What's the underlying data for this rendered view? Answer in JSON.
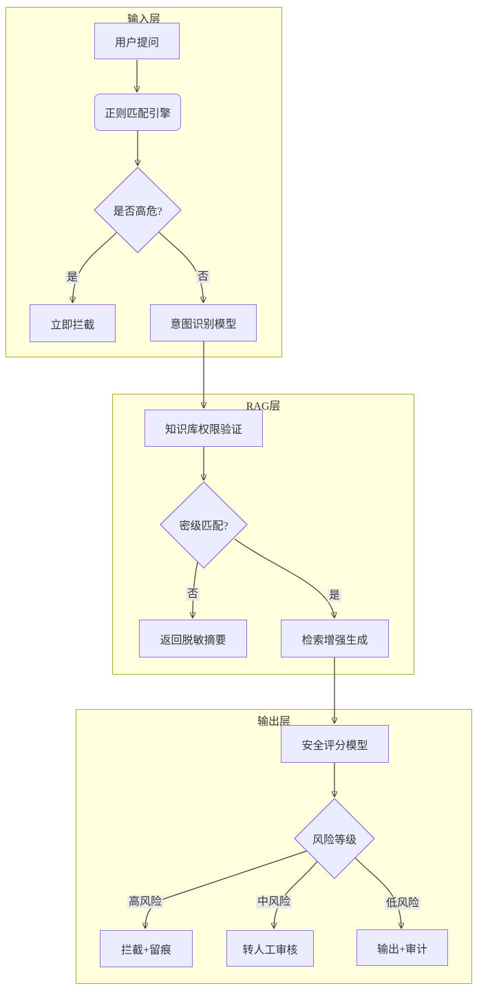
{
  "diagram": {
    "type": "flowchart",
    "containers": {
      "input": {
        "title": "输入层"
      },
      "rag": {
        "title": "RAG层"
      },
      "output": {
        "title": "输出层"
      }
    },
    "nodes": {
      "user_question": {
        "label": "用户提问",
        "shape": "rect"
      },
      "regex_engine": {
        "label": "正则匹配引擎",
        "shape": "rounded"
      },
      "high_risk_check": {
        "label": "是否高危?",
        "shape": "diamond"
      },
      "immediate_block": {
        "label": "立即拦截",
        "shape": "rect"
      },
      "intent_model": {
        "label": "意图识别模型",
        "shape": "rect"
      },
      "kb_permission": {
        "label": "知识库权限验证",
        "shape": "rect"
      },
      "classification_match": {
        "label": "密级匹配?",
        "shape": "diamond"
      },
      "sanitized_summary": {
        "label": "返回脱敏摘要",
        "shape": "rect"
      },
      "rag_generation": {
        "label": "检索增强生成",
        "shape": "rect"
      },
      "safety_scoring": {
        "label": "安全评分模型",
        "shape": "rect"
      },
      "risk_level": {
        "label": "风险等级",
        "shape": "diamond"
      },
      "block_log": {
        "label": "拦截+留痕",
        "shape": "rect"
      },
      "human_review": {
        "label": "转人工审核",
        "shape": "rect"
      },
      "output_audit": {
        "label": "输出+审计",
        "shape": "rect"
      }
    },
    "edge_labels": {
      "yes1": "是",
      "no1": "否",
      "no2": "否",
      "yes2": "是",
      "high": "高风险",
      "mid": "中风险",
      "low": "低风险"
    },
    "colors": {
      "container_fill": "#ffffde",
      "container_border": "#aaaa33",
      "node_fill": "#ececff",
      "node_border": "#9370db",
      "edge": "#333333",
      "text": "#333333",
      "edge_label_bg": "#e8e8e8",
      "canvas_bg": "#ffffff"
    }
  }
}
